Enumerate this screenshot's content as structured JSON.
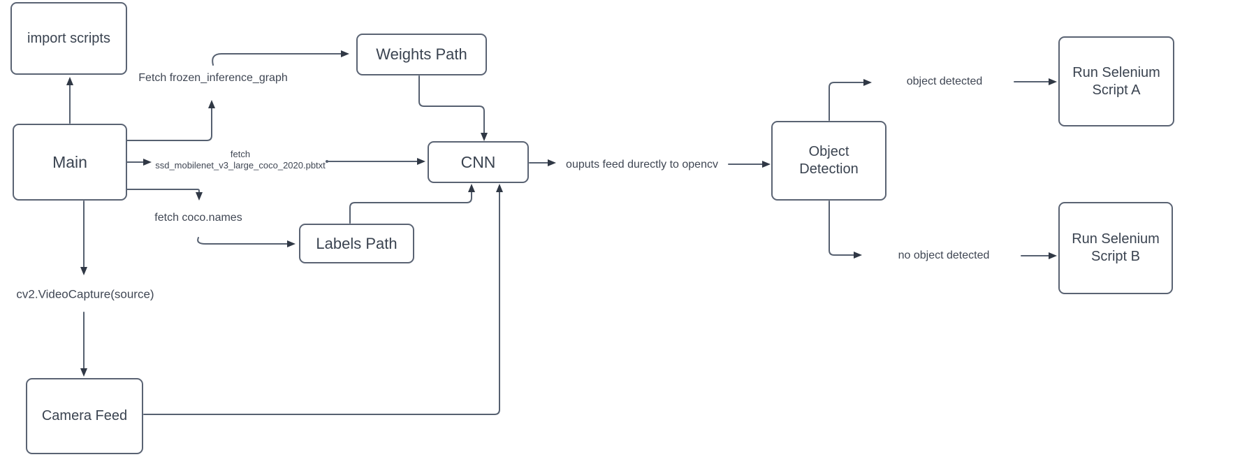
{
  "diagram": {
    "title": "object detection selenium pipeline flowchart",
    "colors": {
      "background": "#ffffff",
      "node_fill": "#ffffff",
      "node_border": "#5a6373",
      "edge_stroke": "#566070",
      "arrowhead": "#303845",
      "text": "#3a4350"
    },
    "nodes": [
      {
        "id": "import-scripts",
        "label": "import scripts"
      },
      {
        "id": "main",
        "label": "Main"
      },
      {
        "id": "weights-path",
        "label": "Weights Path"
      },
      {
        "id": "cnn",
        "label": "CNN"
      },
      {
        "id": "labels-path",
        "label": "Labels Path"
      },
      {
        "id": "camera-feed",
        "label": "Camera Feed"
      },
      {
        "id": "object-detection",
        "label": "Object\nDetection"
      },
      {
        "id": "run-selenium-a",
        "label": "Run Selenium\nScript A"
      },
      {
        "id": "run-selenium-b",
        "label": "Run Selenium\nScript B"
      }
    ],
    "edge_labels": [
      {
        "id": "fetch-frozen-graph",
        "text": "Fetch frozen_inference_graph"
      },
      {
        "id": "fetch-ssd",
        "text": "fetch\nssd_mobilenet_v3_large_coco_2020.pbtxt"
      },
      {
        "id": "fetch-coco-names",
        "text": "fetch coco.names"
      },
      {
        "id": "cv2-videocapture",
        "text": "cv2.VideoCapture(source)"
      },
      {
        "id": "outputs-feed",
        "text": "ouputs feed durectly to opencv"
      },
      {
        "id": "object-detected",
        "text": "object detected"
      },
      {
        "id": "no-object-detected",
        "text": "no object detected"
      }
    ]
  }
}
